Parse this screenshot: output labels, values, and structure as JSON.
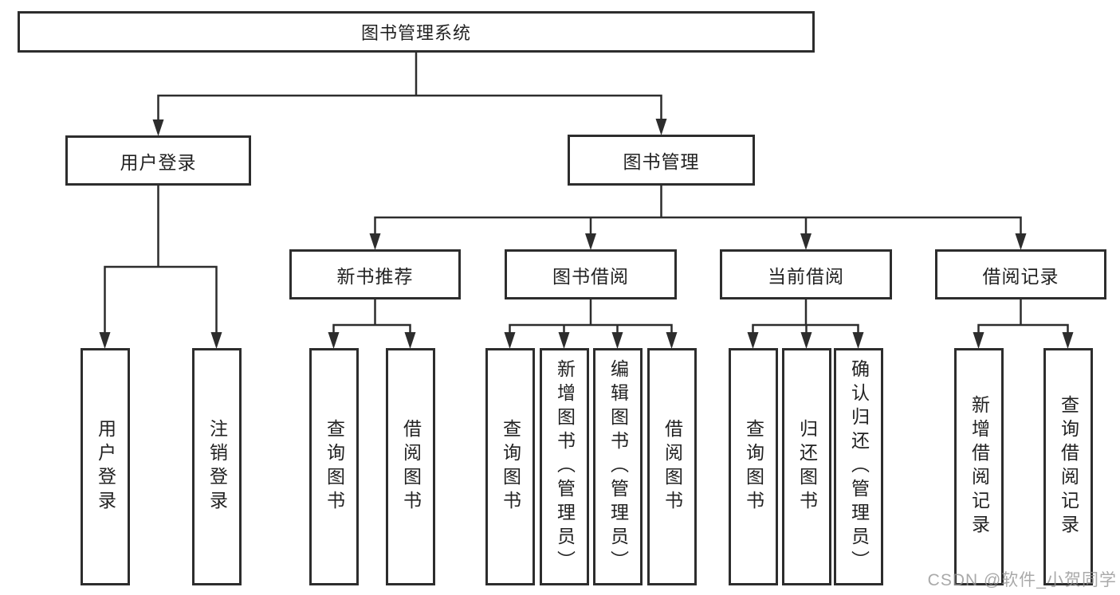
{
  "diagram": {
    "root": "图书管理系统",
    "level2": [
      {
        "label": "用户登录",
        "children": [
          "用户登录",
          "注销登录"
        ]
      },
      {
        "label": "图书管理"
      }
    ],
    "level3": [
      {
        "label": "新书推荐",
        "children": [
          "查询图书",
          "借阅图书"
        ]
      },
      {
        "label": "图书借阅",
        "children": [
          "查询图书",
          "新增图书（管理员）",
          "编辑图书（管理员）",
          "借阅图书"
        ]
      },
      {
        "label": "当前借阅",
        "children": [
          "查询图书",
          "归还图书",
          "确认归还（管理员）"
        ]
      },
      {
        "label": "借阅记录",
        "children": [
          "新增借阅记录",
          "查询借阅记录"
        ]
      }
    ]
  },
  "watermark": "CSDN @软件_小贺同学",
  "colors": {
    "line": "#2d2d2d",
    "box_border": "#2d2d2d",
    "text": "#222222",
    "background": "#ffffff",
    "watermark": "#949494"
  }
}
